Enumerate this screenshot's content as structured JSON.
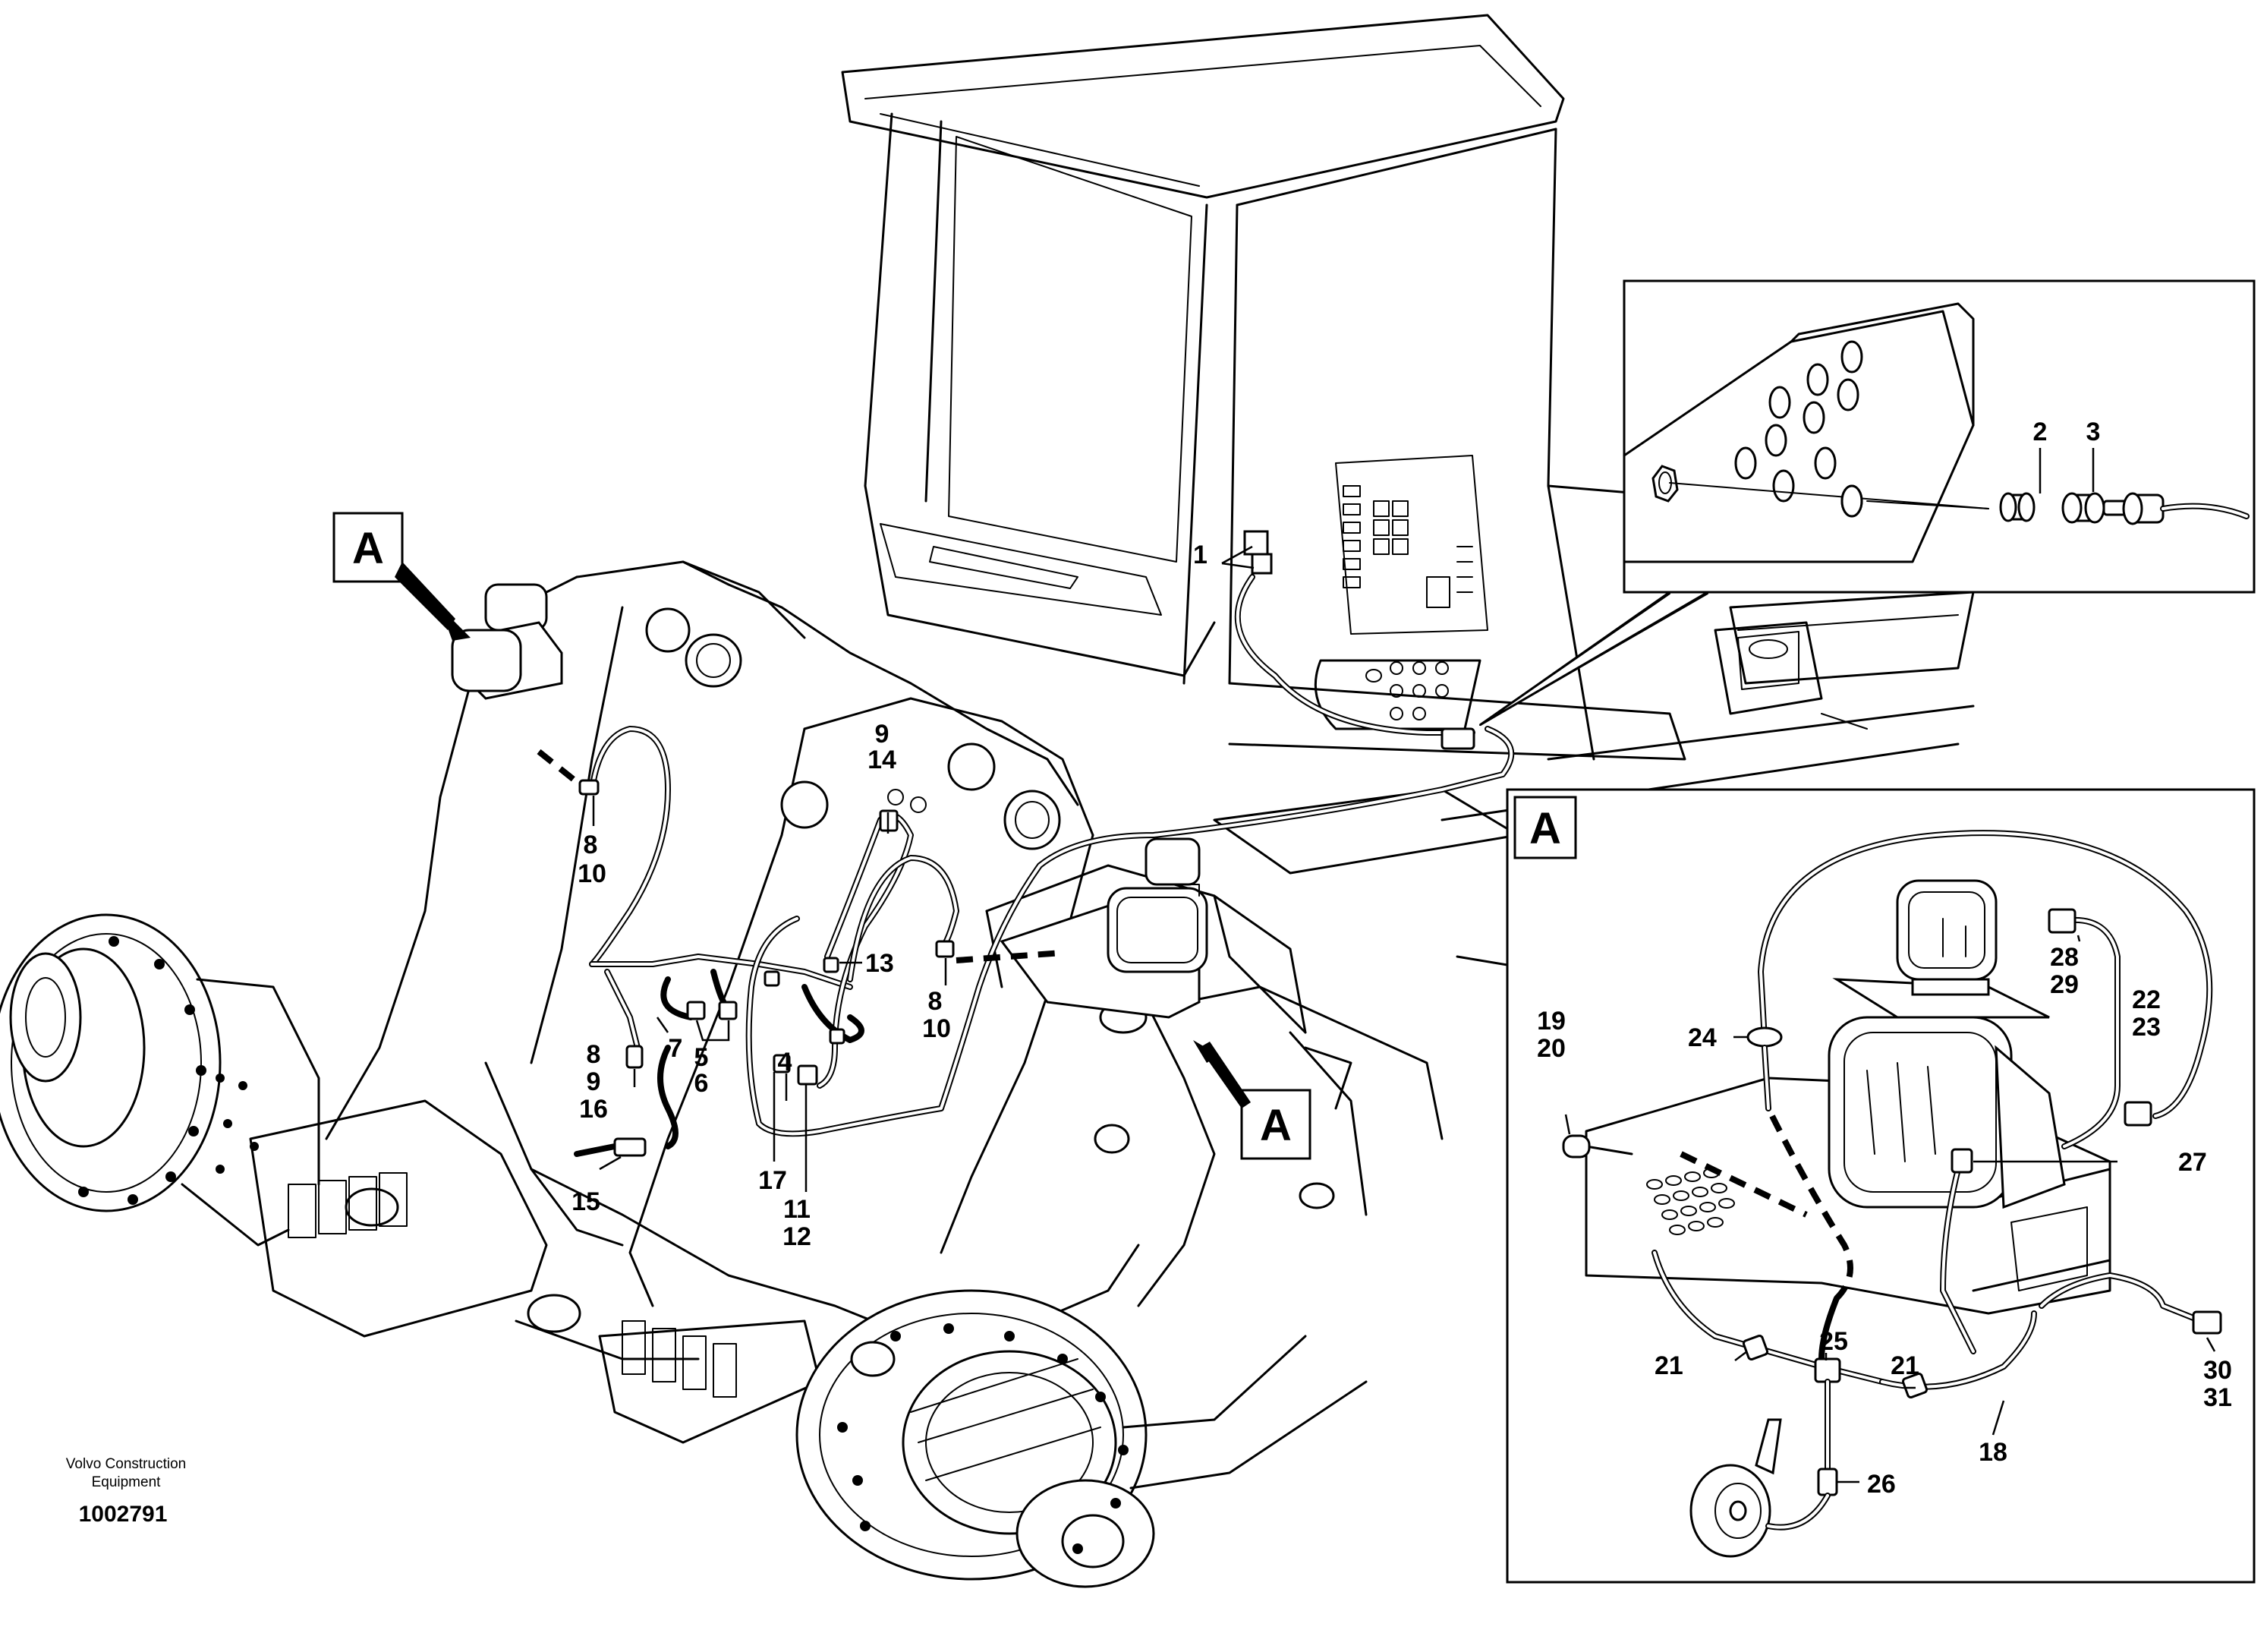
{
  "diagram": {
    "main_labels": {
      "l1": "1",
      "l4": "4",
      "l5": "5",
      "l6": "6",
      "l7": "7",
      "l8a": "8",
      "l10a": "10",
      "l8b": "8",
      "l9b": "9",
      "l16": "16",
      "l9c": "9",
      "l14": "14",
      "l13": "13",
      "l8d": "8",
      "l10d": "10",
      "l15": "15",
      "l17": "17",
      "l11": "11",
      "l12": "12"
    },
    "inset_top_labels": {
      "l2": "2",
      "l3": "3"
    },
    "inset_a_labels": {
      "title": "A",
      "l19": "19",
      "l20": "20",
      "l24": "24",
      "l28": "28",
      "l29": "29",
      "l22": "22",
      "l23": "23",
      "l27": "27",
      "l21a": "21",
      "l25": "25",
      "l21b": "21",
      "l26": "26",
      "l18": "18",
      "l30": "30",
      "l31": "31"
    },
    "callouts": {
      "a_top_left": "A",
      "a_bottom": "A"
    },
    "credit": {
      "line1": "Volvo Construction",
      "line2": "Equipment",
      "id": "1002791"
    }
  }
}
